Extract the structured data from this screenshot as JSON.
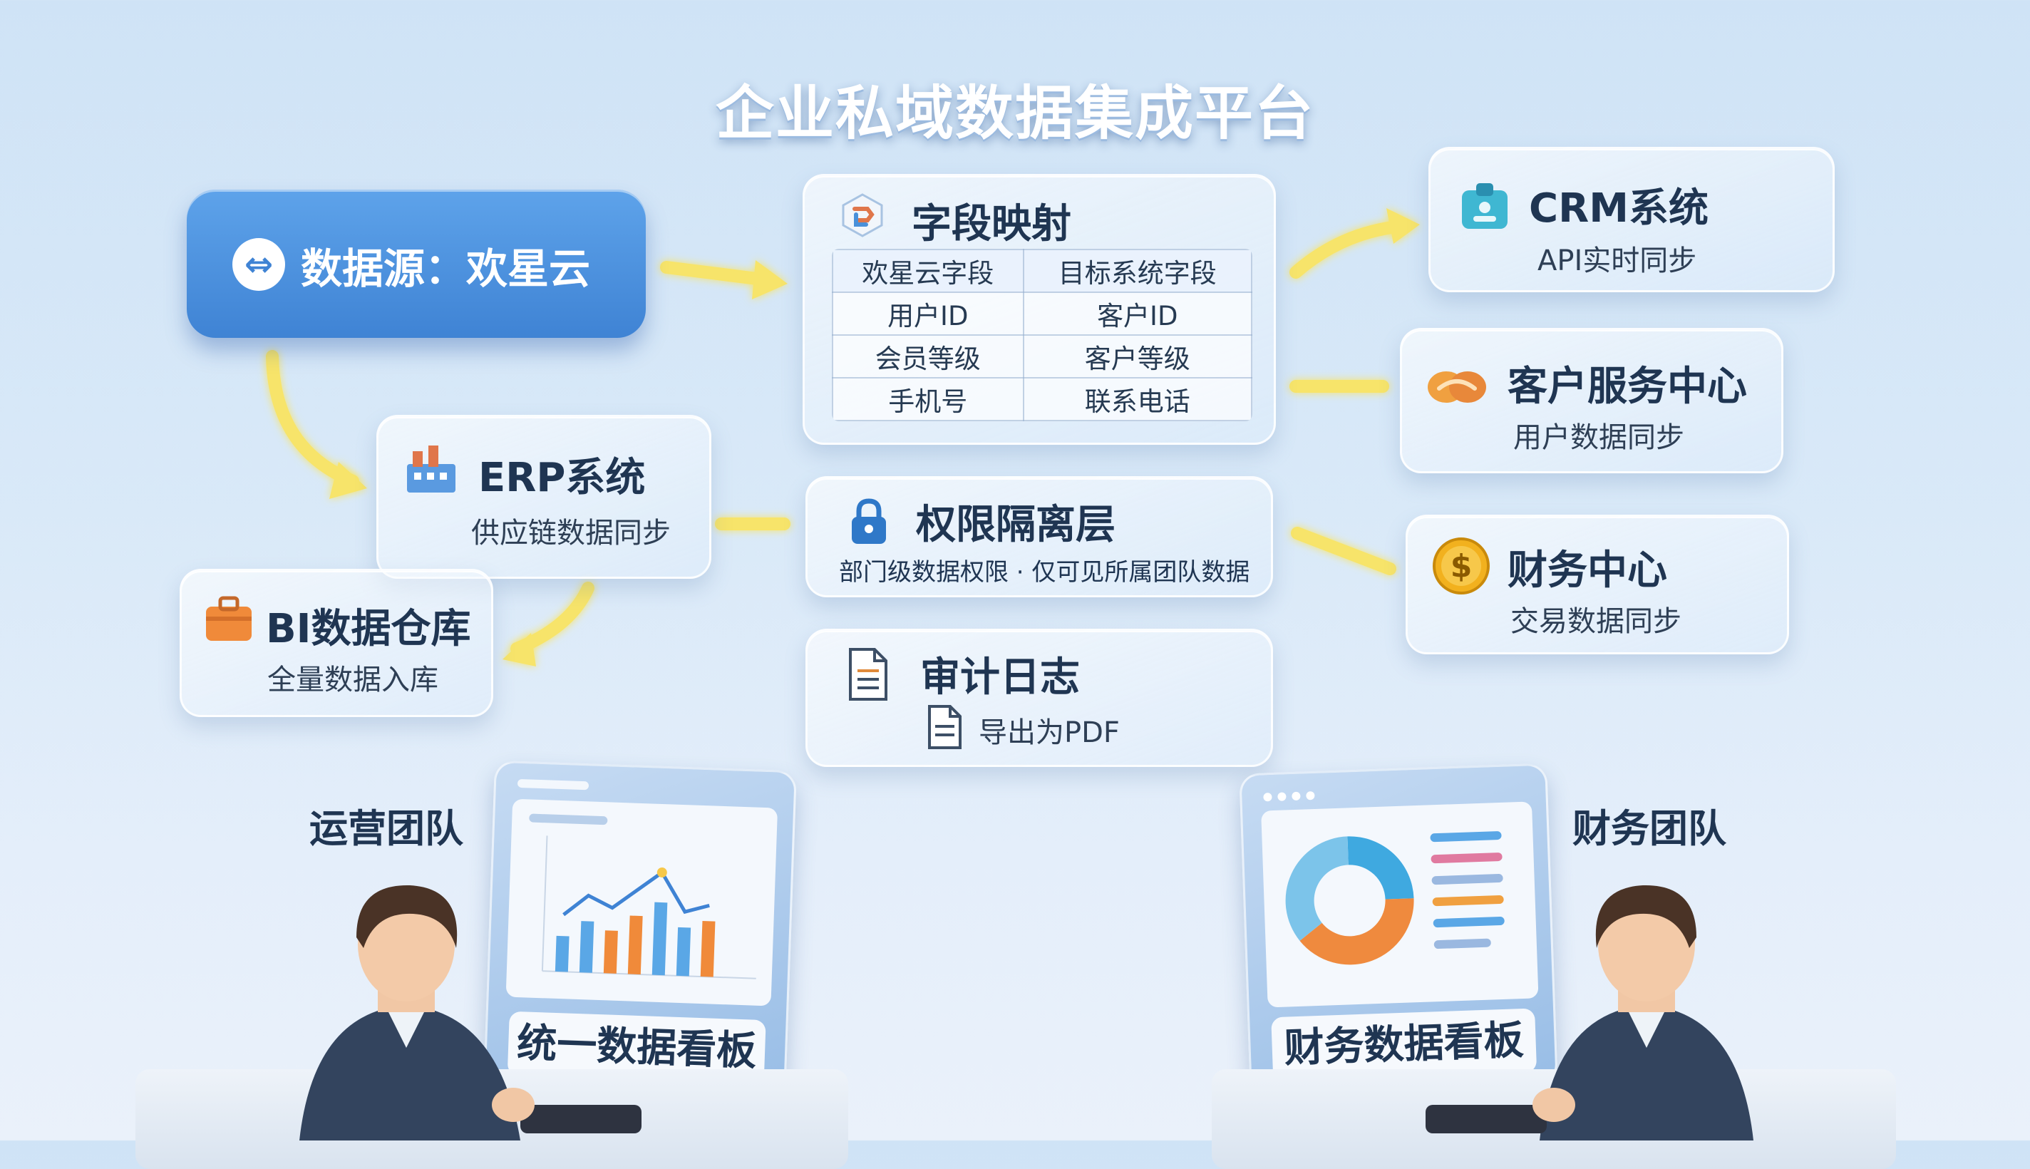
{
  "title": "企业私域数据集成平台",
  "source": {
    "label": "数据源：欢星云"
  },
  "mapping": {
    "title": "字段映射",
    "headers": [
      "欢星云字段",
      "目标系统字段"
    ],
    "rows": [
      [
        "用户ID",
        "客户ID"
      ],
      [
        "会员等级",
        "客户等级"
      ],
      [
        "手机号",
        "联系电话"
      ]
    ]
  },
  "crm": {
    "title": "CRM系统",
    "subtitle": "API实时同步"
  },
  "service": {
    "title": "客户服务中心",
    "subtitle": "用户数据同步"
  },
  "finance": {
    "title": "财务中心",
    "subtitle": "交易数据同步"
  },
  "erp": {
    "title": "ERP系统",
    "subtitle": "供应链数据同步"
  },
  "bi": {
    "title": "BI数据仓库",
    "subtitle": "全量数据入库"
  },
  "permission": {
    "title": "权限隔离层",
    "subtitle": "部门级数据权限 · 仅可见所属团队数据"
  },
  "audit": {
    "title": "审计日志",
    "export": "导出为PDF"
  },
  "teams": {
    "ops": {
      "name": "运营团队",
      "dashboard": "统一数据看板"
    },
    "fin": {
      "name": "财务团队",
      "dashboard": "财务数据看板"
    }
  },
  "colors": {
    "accent": "#3f83d4",
    "arrow": "#f7e46a",
    "text": "#1f3552"
  }
}
